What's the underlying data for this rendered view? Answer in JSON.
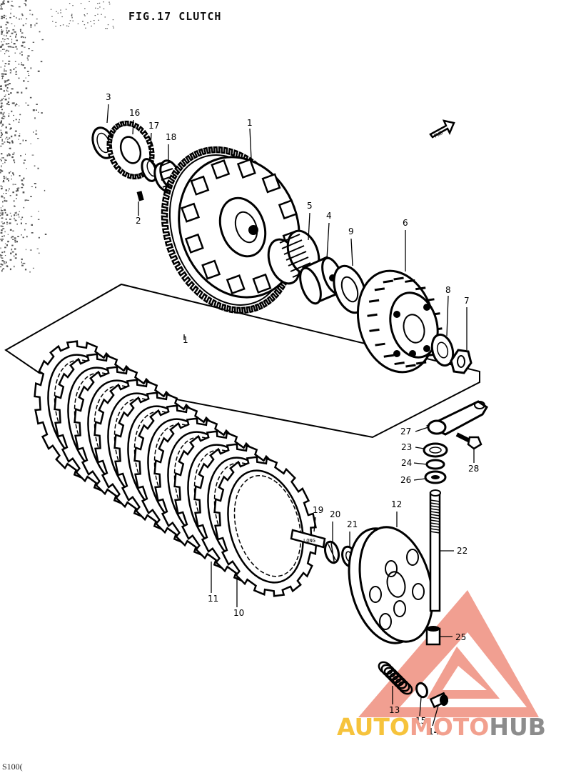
{
  "figure": {
    "title": "FIG.17  CLUTCH",
    "corner_code": "S100(",
    "direction_label": "FWD"
  },
  "callouts": [
    {
      "id": "c1",
      "label": "1"
    },
    {
      "id": "c2",
      "label": "2"
    },
    {
      "id": "c3",
      "label": "3"
    },
    {
      "id": "c4",
      "label": "4"
    },
    {
      "id": "c5",
      "label": "5"
    },
    {
      "id": "c6",
      "label": "6"
    },
    {
      "id": "c7",
      "label": "7"
    },
    {
      "id": "c8",
      "label": "8"
    },
    {
      "id": "c9",
      "label": "9"
    },
    {
      "id": "c10",
      "label": "10"
    },
    {
      "id": "c11",
      "label": "11"
    },
    {
      "id": "c12",
      "label": "12"
    },
    {
      "id": "c13",
      "label": "13"
    },
    {
      "id": "c14",
      "label": "14"
    },
    {
      "id": "c15",
      "label": "15"
    },
    {
      "id": "c16",
      "label": "16"
    },
    {
      "id": "c17",
      "label": "17"
    },
    {
      "id": "c18",
      "label": "18"
    },
    {
      "id": "c19",
      "label": "19"
    },
    {
      "id": "c20",
      "label": "20"
    },
    {
      "id": "c21",
      "label": "21"
    },
    {
      "id": "c22",
      "label": "22"
    },
    {
      "id": "c23",
      "label": "23"
    },
    {
      "id": "c24",
      "label": "24"
    },
    {
      "id": "c25",
      "label": "25"
    },
    {
      "id": "c26",
      "label": "26"
    },
    {
      "id": "c27",
      "label": "27"
    },
    {
      "id": "c28",
      "label": "28"
    },
    {
      "id": "c1b",
      "label": "1"
    }
  ],
  "watermark": {
    "part1": "AUTO",
    "part2": "MOTO",
    "part3": "HUB"
  }
}
